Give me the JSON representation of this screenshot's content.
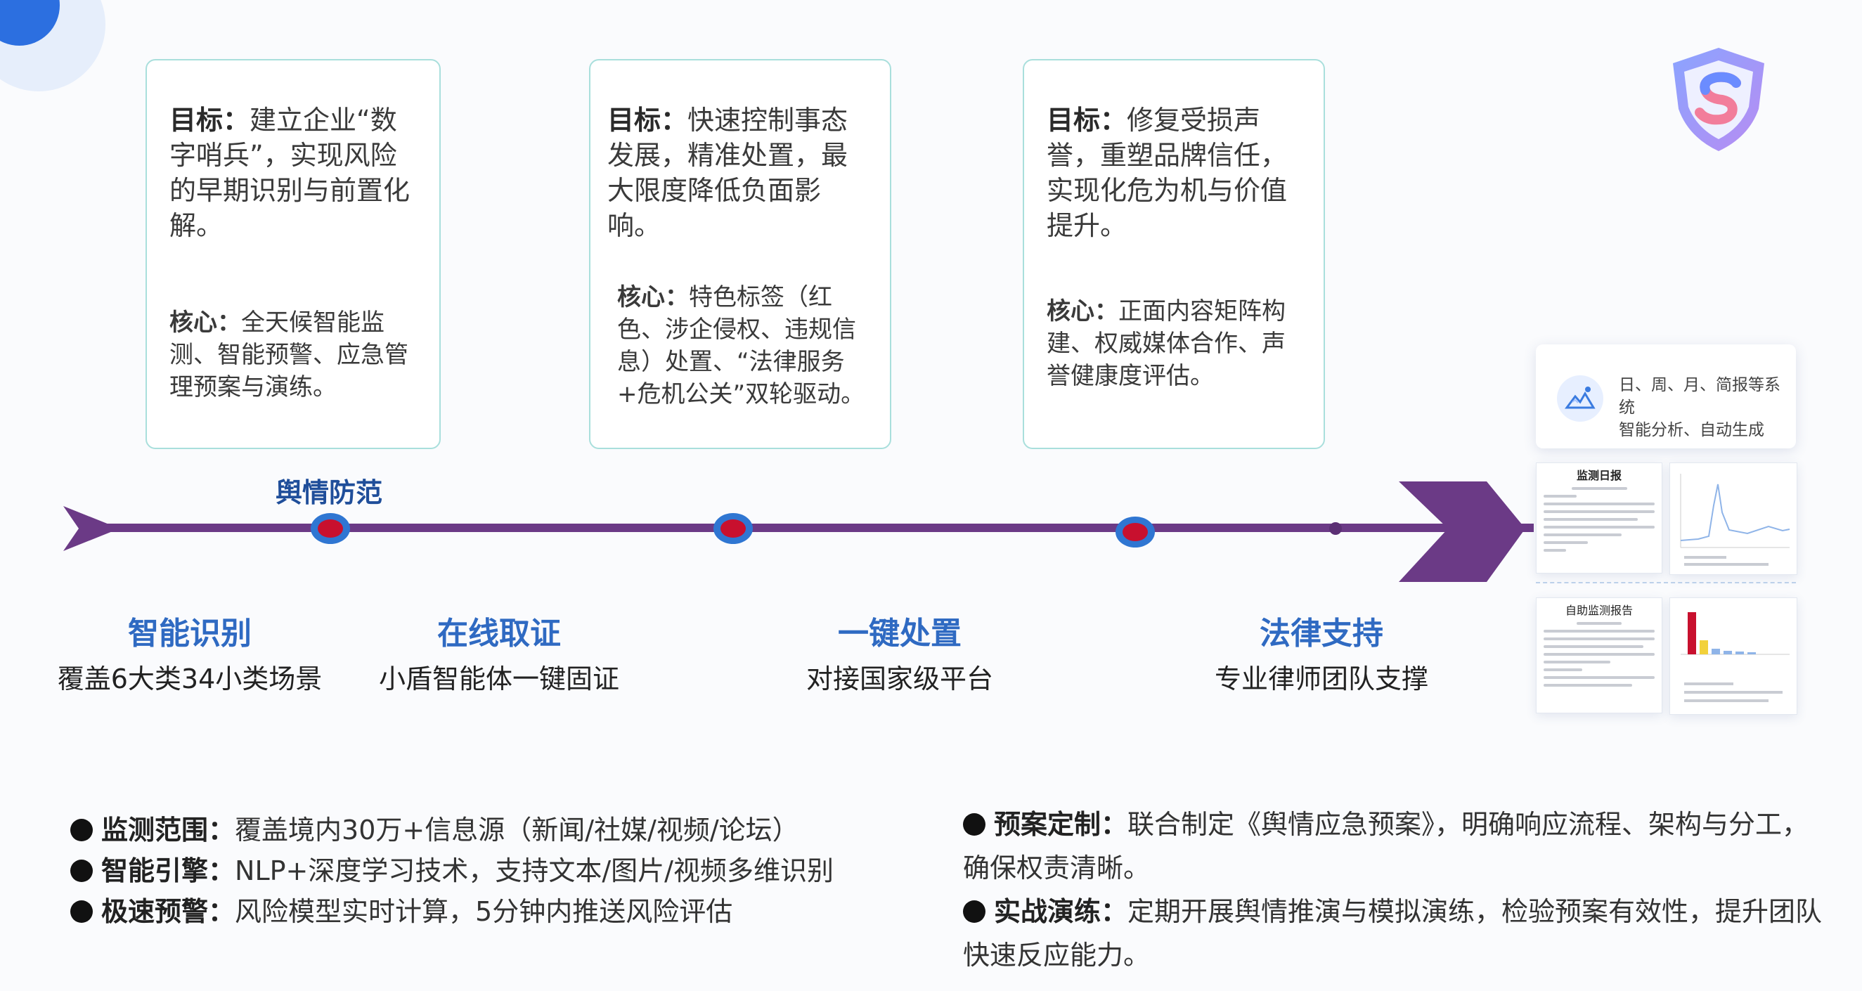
{
  "cards": [
    {
      "goal_label": "目标：",
      "goal_text": "建立企业“数字哨兵”，实现风险的早期识别与前置化解。",
      "core_label": "核心：",
      "core_text": "全天候智能监测、智能预警、应急管理预案与演练。"
    },
    {
      "goal_label": "目标：",
      "goal_text": "快速控制事态发展，精准处置，最大限度降低负面影响。",
      "core_label": "核心：",
      "core_text": "特色标签（红色、涉企侵权、违规信息）处置、“法律服务+危机公关”双轮驱动。"
    },
    {
      "goal_label": "目标：",
      "goal_text": "修复受损声誉，重塑品牌信任，实现化危为机与价值提升。",
      "core_label": "核心：",
      "core_text": "正面内容矩阵构建、权威媒体合作、声誉健康度评估。"
    }
  ],
  "timeline": {
    "top_label": "舆情防范",
    "stages": [
      {
        "title": "智能识别",
        "subtitle": "覆盖6大类34小类场景"
      },
      {
        "title": "在线取证",
        "subtitle": "小盾智能体一键固证"
      },
      {
        "title": "一键处置",
        "subtitle": "对接国家级平台"
      },
      {
        "title": "法律支持",
        "subtitle": "专业律师团队支撑"
      }
    ]
  },
  "bullets_left": [
    {
      "label": "监测范围：",
      "text": "覆盖境内30万+信息源（新闻/社媒/视频/论坛）"
    },
    {
      "label": "智能引擎：",
      "text": "NLP+深度学习技术，支持文本/图片/视频多维识别"
    },
    {
      "label": "极速预警：",
      "text": "风险模型实时计算，5分钟内推送风险评估"
    }
  ],
  "bullets_right": [
    {
      "label": "预案定制：",
      "text": "联合制定《舆情应急预案》，明确响应流程、架构与分工，",
      "text2": "确保权责清晰。"
    },
    {
      "label": "实战演练：",
      "text": "定期开展舆情推演与模拟演练，检验预案有效性，提升团队",
      "text2": "快速反应能力。"
    }
  ],
  "report_panel": {
    "callout_line1": "日、周、月、简报等系统",
    "callout_line2": "智能分析、自动生成",
    "doc1_title": "监测日报",
    "doc2_title": "自助监测报告"
  },
  "colors": {
    "accent_blue": "#2f6ac2",
    "timeline_purple": "#6b3a86",
    "node_red": "#c8102e",
    "node_ring": "#2f76d2",
    "card_border": "#a9dfdc"
  },
  "icons": {
    "logo": "shield-s-logo-icon",
    "report": "mountain-report-icon"
  }
}
